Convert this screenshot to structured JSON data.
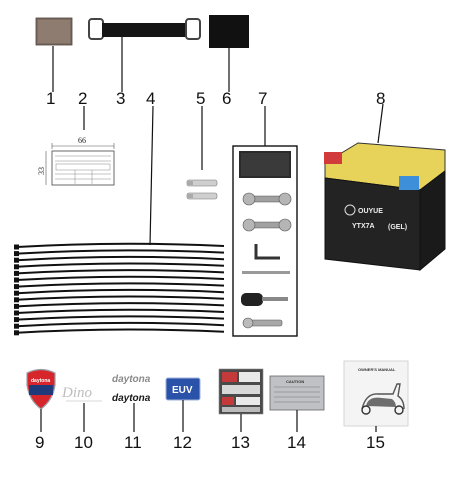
{
  "parts": [
    {
      "number": "1",
      "name": "foam-pad"
    },
    {
      "number": "2",
      "name": "label-sticker"
    },
    {
      "number": "3",
      "name": "battery-strap"
    },
    {
      "number": "4",
      "name": "cable-ties"
    },
    {
      "number": "5",
      "name": "pins"
    },
    {
      "number": "6",
      "name": "rubber-block"
    },
    {
      "number": "7",
      "name": "tool-kit"
    },
    {
      "number": "8",
      "name": "battery"
    },
    {
      "number": "9",
      "name": "emblem-badge"
    },
    {
      "number": "10",
      "name": "script-decal"
    },
    {
      "number": "11",
      "name": "daytona-decals"
    },
    {
      "number": "12",
      "name": "euv-badge"
    },
    {
      "number": "13",
      "name": "warning-decal-sheet"
    },
    {
      "number": "14",
      "name": "caution-plate"
    },
    {
      "number": "15",
      "name": "owners-manual"
    }
  ],
  "dimensions": {
    "width": "66",
    "height": "33"
  },
  "battery": {
    "brand": "OUYUE",
    "model": "YTX7A",
    "type": "(GEL)"
  },
  "decals": {
    "daytona": "DAYTONA",
    "daytona_script": "daytona",
    "script": "Dino"
  },
  "euv_badge": {
    "text": "EUV"
  },
  "plate": {
    "title": "CAUTION"
  },
  "manual": {
    "title": "OWNER'S MANUAL"
  },
  "colors": {
    "battery_top": "#e8d35a",
    "terminal_pos": "#d23b3b",
    "terminal_neg": "#3c8fd8",
    "battery_body": "#232323"
  }
}
